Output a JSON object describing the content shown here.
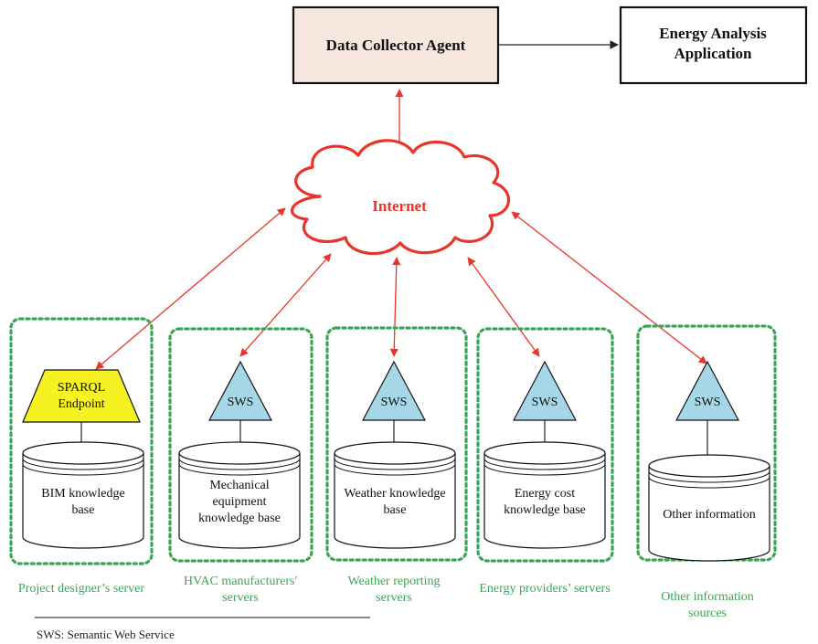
{
  "boxes": {
    "collector": "Data Collector Agent",
    "analysis_line1": "Energy Analysis",
    "analysis_line2": "Application"
  },
  "internet": "Internet",
  "colors": {
    "connector": "#e8352a",
    "collector_fill": "#f8e7de",
    "group_border": "#3aa657",
    "sws_fill": "#a6d7e6",
    "sparql_fill": "#f6f123"
  },
  "groups": [
    {
      "endpoint": {
        "shape": "trapezoid",
        "lines": [
          "SPARQL",
          "Endpoint"
        ]
      },
      "kb_lines": [
        "BIM knowledge",
        "base"
      ],
      "label_lines": [
        "Project designer’s server"
      ]
    },
    {
      "endpoint": {
        "shape": "triangle",
        "lines": [
          "SWS"
        ]
      },
      "kb_lines": [
        "Mechanical",
        "equipment",
        "knowledge base"
      ],
      "label_lines": [
        "HVAC manufacturers'",
        "servers"
      ]
    },
    {
      "endpoint": {
        "shape": "triangle",
        "lines": [
          "SWS"
        ]
      },
      "kb_lines": [
        "Weather knowledge",
        "base"
      ],
      "label_lines": [
        "Weather reporting",
        "servers"
      ]
    },
    {
      "endpoint": {
        "shape": "triangle",
        "lines": [
          "SWS"
        ]
      },
      "kb_lines": [
        "Energy cost",
        "knowledge base"
      ],
      "label_lines": [
        "Energy providers’ servers"
      ]
    },
    {
      "endpoint": {
        "shape": "triangle",
        "lines": [
          "SWS"
        ]
      },
      "kb_lines": [
        "Other information"
      ],
      "label_lines": [
        "Other information",
        "sources"
      ]
    }
  ],
  "footnote": "SWS: Semantic Web Service"
}
